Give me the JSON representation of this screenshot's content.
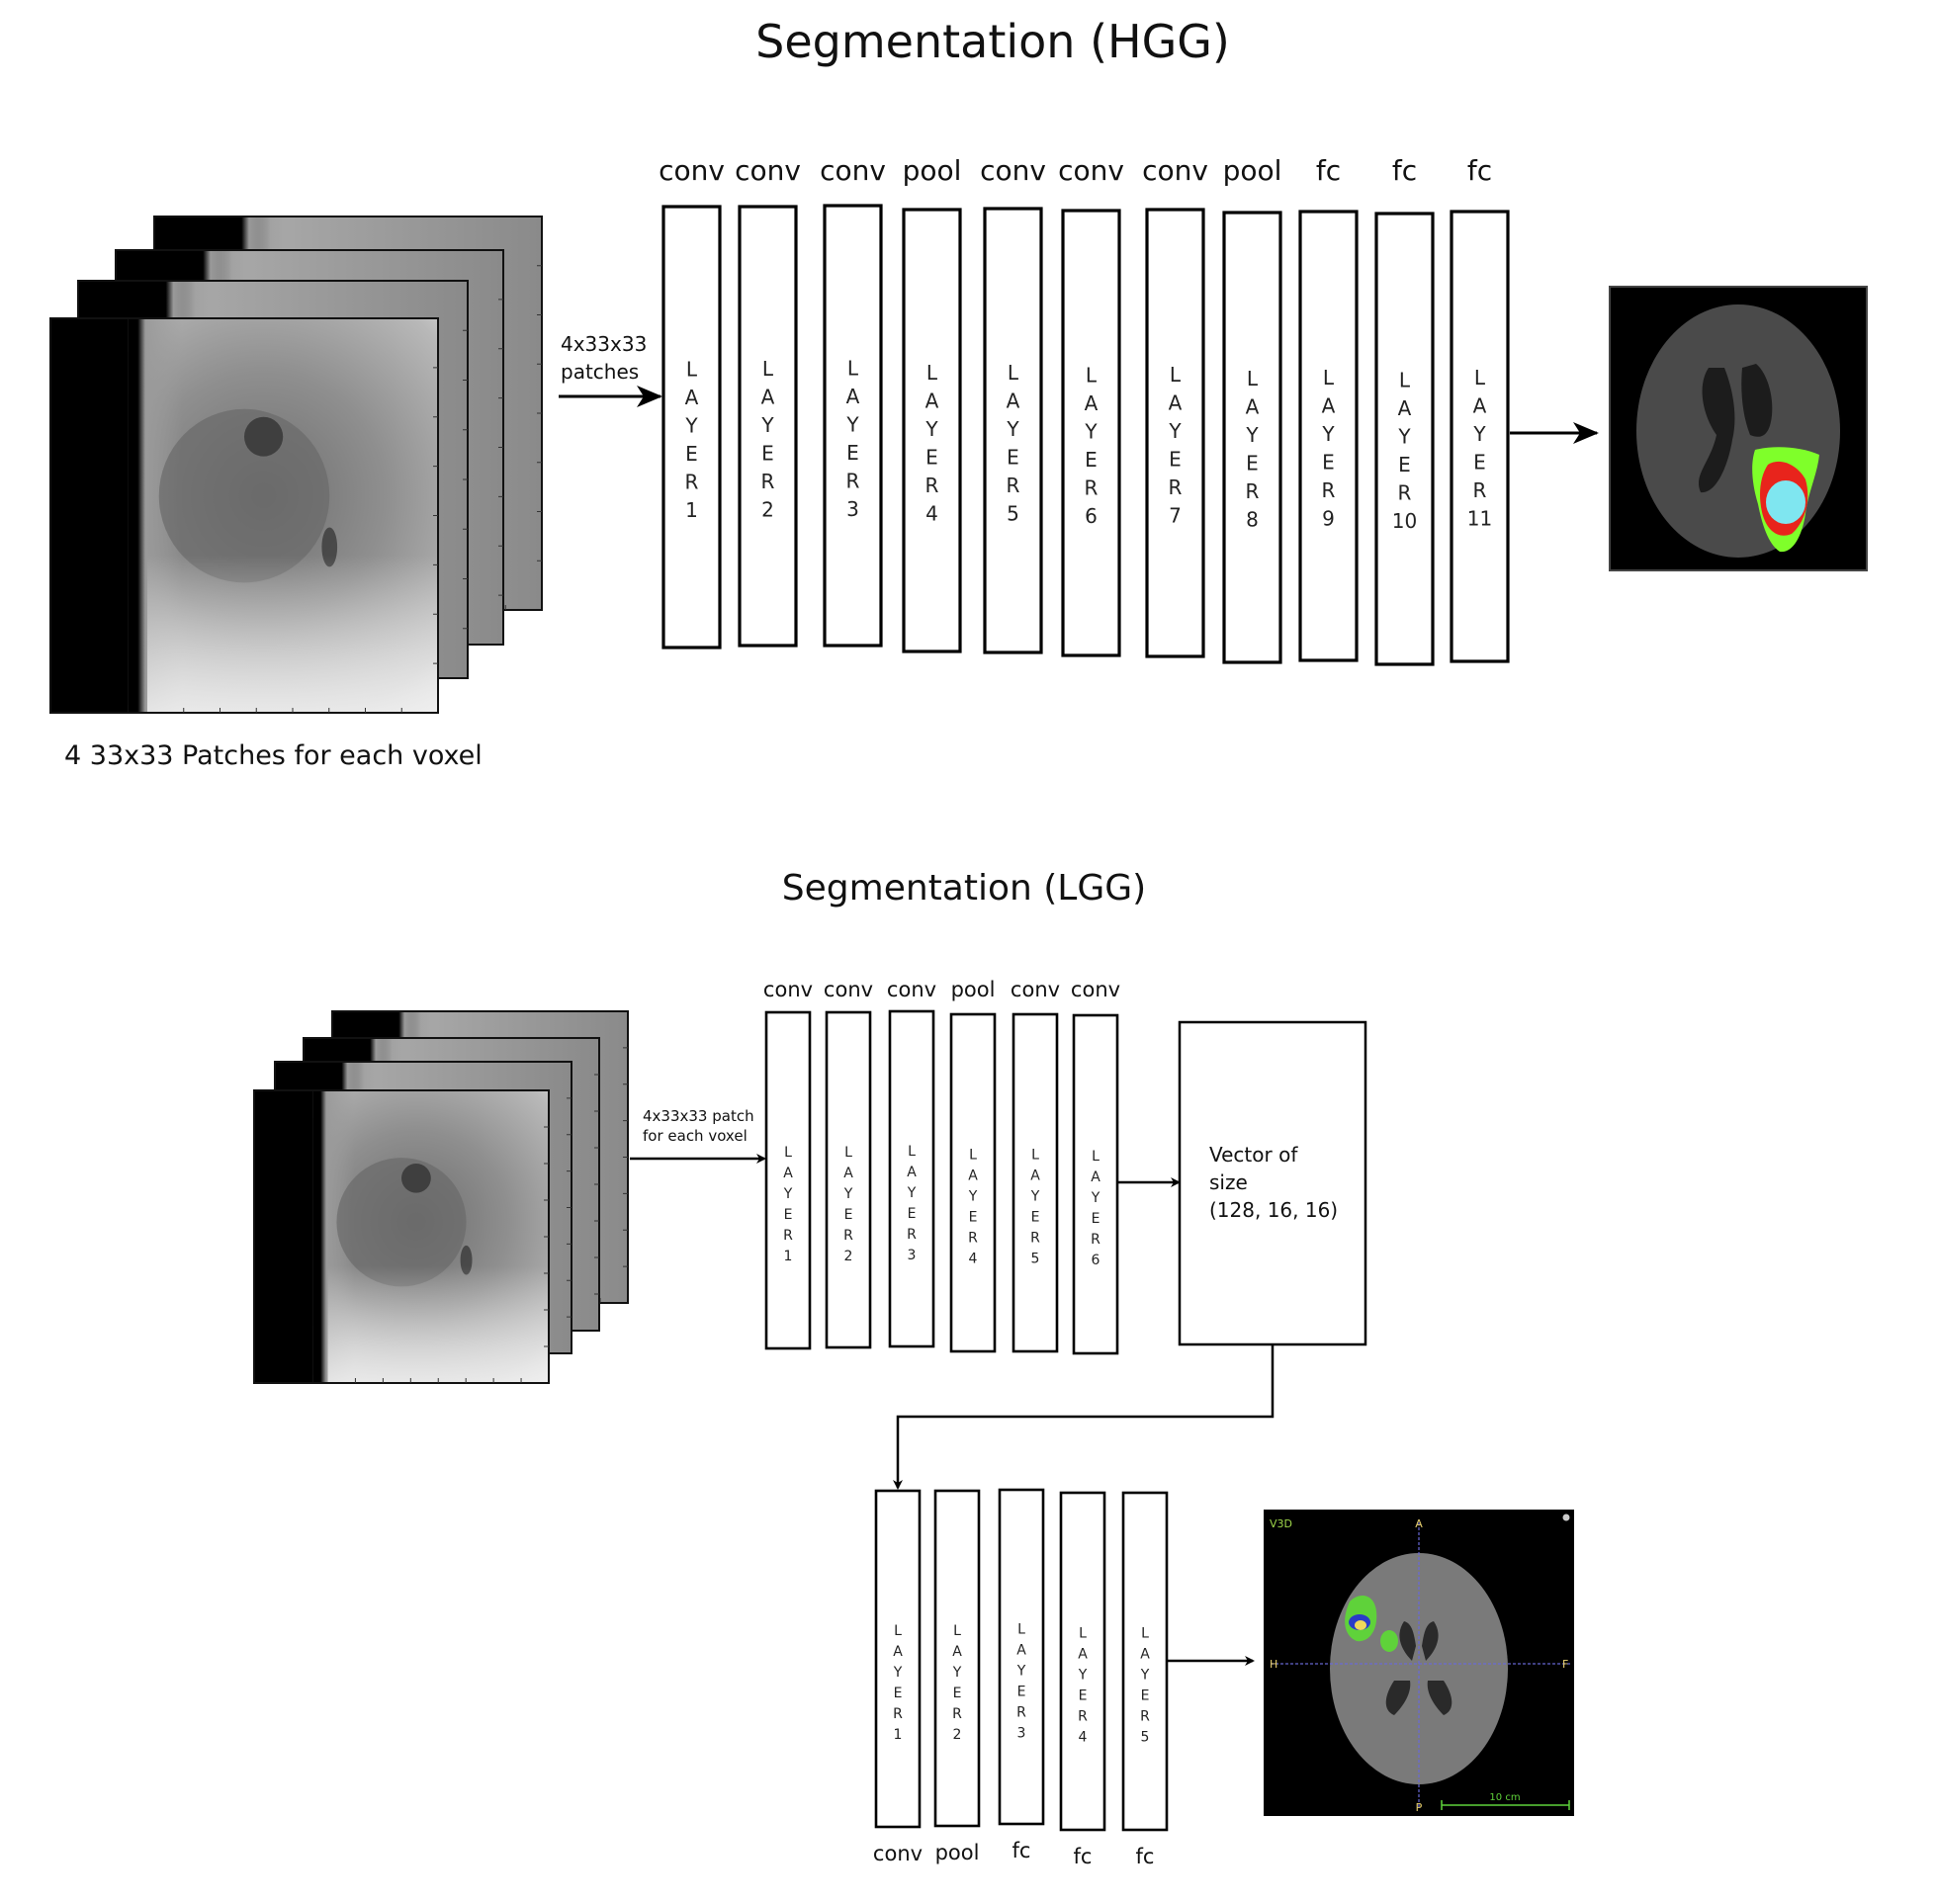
{
  "hgg": {
    "title": "Segmentation (HGG)",
    "input_caption": "4 33x33 Patches for each voxel",
    "arrow_label_line1": "4x33x33",
    "arrow_label_line2": "patches",
    "patch_count": 4,
    "layers": [
      {
        "type": "conv",
        "name": "LAYER",
        "index": "1"
      },
      {
        "type": "conv",
        "name": "LAYER",
        "index": "2"
      },
      {
        "type": "conv",
        "name": "LAYER",
        "index": "3"
      },
      {
        "type": "pool",
        "name": "LAYER",
        "index": "4"
      },
      {
        "type": "conv",
        "name": "LAYER",
        "index": "5"
      },
      {
        "type": "conv",
        "name": "LAYER",
        "index": "6"
      },
      {
        "type": "conv",
        "name": "LAYER",
        "index": "7"
      },
      {
        "type": "pool",
        "name": "LAYER",
        "index": "8"
      },
      {
        "type": "fc",
        "name": "LAYER",
        "index": "9"
      },
      {
        "type": "fc",
        "name": "LAYER",
        "index": "10"
      },
      {
        "type": "fc",
        "name": "LAYER",
        "index": "11"
      }
    ],
    "output_image": {
      "description": "axial brain MRI with tumor segmentation overlay",
      "colors": {
        "edema": "#7fff2a",
        "enhancing": "#e8241c",
        "core": "#7fe6f0",
        "background": "#000000"
      }
    }
  },
  "lgg": {
    "title": "Segmentation (LGG)",
    "arrow_label_line1": "4x33x33 patch",
    "arrow_label_line2": "for each voxel",
    "patch_count": 4,
    "stage1_layers": [
      {
        "type": "conv",
        "name": "LAYER",
        "index": "1"
      },
      {
        "type": "conv",
        "name": "LAYER",
        "index": "2"
      },
      {
        "type": "conv",
        "name": "LAYER",
        "index": "3"
      },
      {
        "type": "pool",
        "name": "LAYER",
        "index": "4"
      },
      {
        "type": "conv",
        "name": "LAYER",
        "index": "5"
      },
      {
        "type": "conv",
        "name": "LAYER",
        "index": "6"
      }
    ],
    "vector_box": {
      "line1": "Vector of",
      "line2": "size",
      "line3": "(128, 16, 16)"
    },
    "stage2_layers": [
      {
        "type": "conv",
        "name": "LAYER",
        "index": "1"
      },
      {
        "type": "pool",
        "name": "LAYER",
        "index": "2"
      },
      {
        "type": "fc",
        "name": "LAYER",
        "index": "3"
      },
      {
        "type": "fc",
        "name": "LAYER",
        "index": "4"
      },
      {
        "type": "fc",
        "name": "LAYER",
        "index": "5"
      }
    ],
    "output_image": {
      "description": "axial brain MRI viewer with tumor segmentation overlay",
      "viewer_label": "V3D",
      "orientation_top": "A",
      "orientation_bottom": "P",
      "orientation_left": "H",
      "orientation_right": "F",
      "scale_bar": "10 cm",
      "colors": {
        "edema": "#5fd23a",
        "core": "#2a3cc8",
        "enhancing": "#f0d85a",
        "background": "#000000",
        "crosshair": "#6a6ad8"
      }
    }
  }
}
